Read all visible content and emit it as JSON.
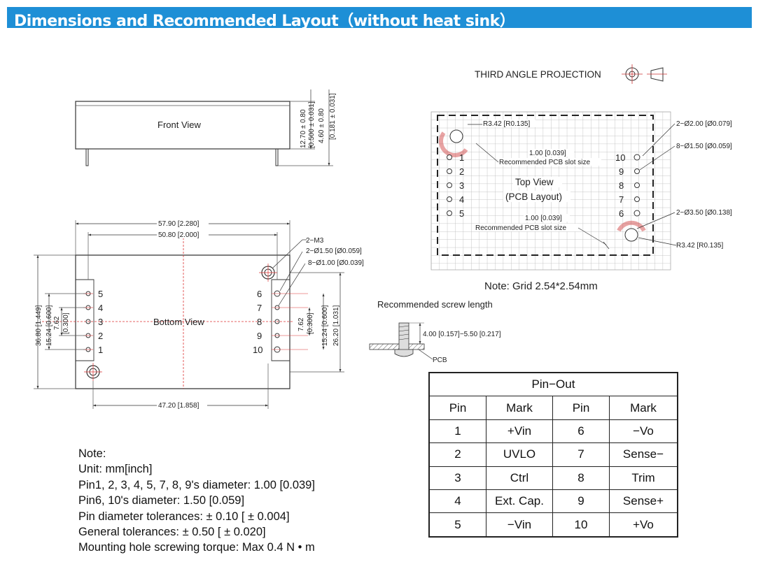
{
  "header": {
    "title": "Dimensions and Recommended Layout（without heat sink）",
    "color": "#1e8fd6"
  },
  "projection": {
    "label": "THIRD ANGLE PROJECTION"
  },
  "front_view": {
    "label": "Front View",
    "dims": {
      "height_total": "12.70 ± 0.80",
      "height_total_inch": "[0.500 ± 0.031]",
      "pin_len": "4.60 ± 0.80",
      "pin_len_inch": "[0.181 ± 0.031]"
    }
  },
  "bottom_view": {
    "label": "Bottom View",
    "dims": {
      "width": "57.90 [2.280]",
      "pitch_width": "50.80 [2.000]",
      "bottom_width": "47.20 [1.858]",
      "height": "36.80 [1.449]",
      "left_1524": "15.24 [0.600]",
      "left_762": "7.62",
      "left_762_inch": "[0.300]",
      "right_762": "7.62",
      "right_762_inch": "[0.300]",
      "right_1524": "15.24 [0.600]",
      "right_2620": "26.20 [1.031]",
      "m3": "2−M3",
      "d150": "2−Ø1.50 [Ø0.059]",
      "d100": "8−Ø1.00 [Ø0.039]"
    },
    "pins_left": [
      "5",
      "4",
      "3",
      "2",
      "1"
    ],
    "pins_right": [
      "6",
      "7",
      "8",
      "9",
      "10"
    ]
  },
  "top_view": {
    "label1": "Top View",
    "label2": "(PCB Layout)",
    "r_top": "R3.42 [R0.135]",
    "r_bottom": "R3.42 [R0.135]",
    "slot1_val": "1.00 [0.039]",
    "slot1_text": "Recommended PCB slot size",
    "slot2_val": "1.00 [0.039]",
    "slot2_text": "Recommended PCB slot size",
    "d200": "2−Ø2.00 [Ø0.079]",
    "d150": "8−Ø1.50 [Ø0.059]",
    "d350": "2−Ø3.50 [Ø0.138]",
    "pins_left": [
      "1",
      "2",
      "3",
      "4",
      "5"
    ],
    "pins_right": [
      "10",
      "9",
      "8",
      "7",
      "6"
    ],
    "grid_note": "Note: Grid 2.54*2.54mm"
  },
  "screw": {
    "title": "Recommended screw length",
    "dim": "4.00 [0.157]−5.50 [0.217]",
    "pcb": "PCB"
  },
  "notes": [
    "Note:",
    "Unit: mm[inch]",
    "Pin1, 2, 3, 4, 5, 7, 8, 9's diameter: 1.00 [0.039]",
    "Pin6, 10's diameter: 1.50 [0.059]",
    "Pin diameter tolerances:  ± 0.10 [ ± 0.004]",
    "General tolerances:  ± 0.50 [ ± 0.020]",
    "Mounting hole screwing torque: Max 0.4 N • m"
  ],
  "pinout": {
    "title": "Pin−Out",
    "headers": [
      "Pin",
      "Mark",
      "Pin",
      "Mark"
    ],
    "rows": [
      [
        "1",
        "+Vin",
        "6",
        "−Vo"
      ],
      [
        "2",
        "UVLO",
        "7",
        "Sense−"
      ],
      [
        "3",
        "Ctrl",
        "8",
        "Trim"
      ],
      [
        "4",
        "Ext. Cap.",
        "9",
        "Sense+"
      ],
      [
        "5",
        "−Vin",
        "10",
        "+Vo"
      ]
    ]
  }
}
